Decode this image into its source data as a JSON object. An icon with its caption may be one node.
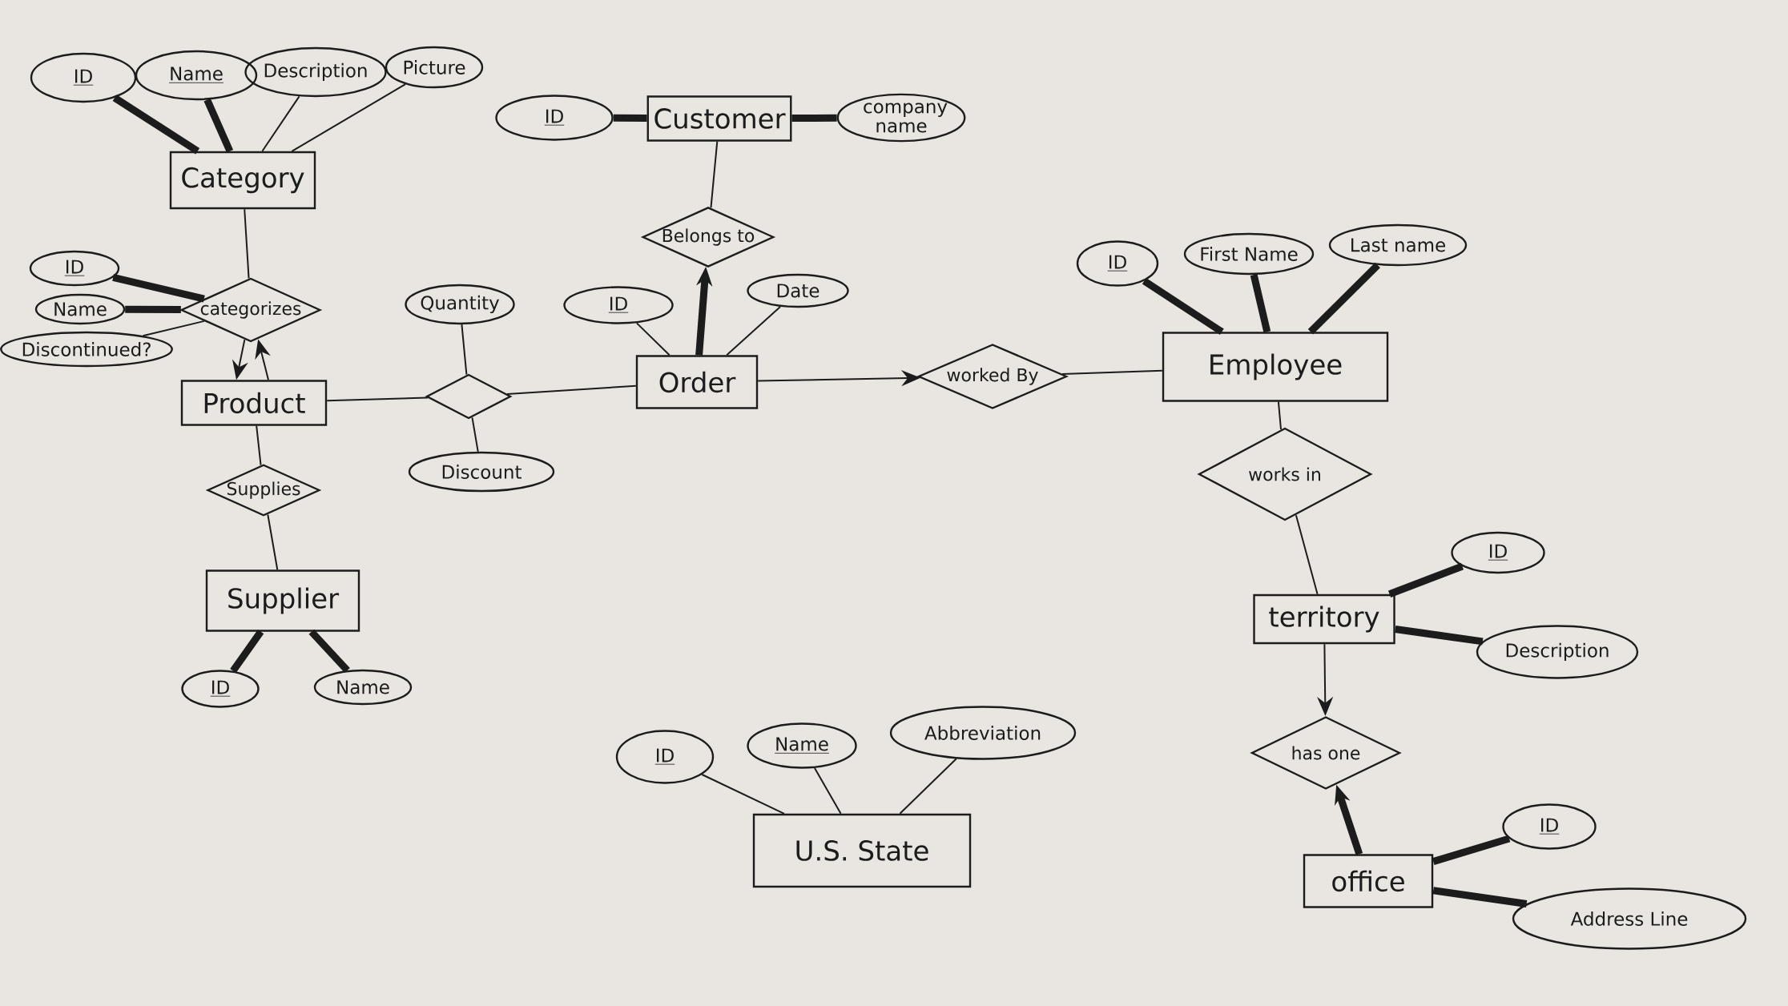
{
  "diagram": {
    "nodes": [
      {
        "text": [
          "ID"
        ]
      },
      {
        "text": [
          "Name"
        ]
      },
      {
        "text": [
          "Description"
        ]
      },
      {
        "text": [
          "Picture"
        ]
      },
      {
        "text": [
          "Category"
        ]
      },
      {
        "text": [
          "ID"
        ]
      },
      {
        "text": [
          "Name"
        ]
      },
      {
        "text": [
          "Discontinued?"
        ]
      },
      {
        "text": [
          "categorizes"
        ]
      },
      {
        "text": [
          "Product"
        ]
      },
      {
        "text": [
          "Quantity"
        ]
      },
      {
        "text": [],
        "shape": "diamond"
      },
      {
        "text": [
          "Discount"
        ]
      },
      {
        "text": [
          "Supplies"
        ]
      },
      {
        "text": [
          "Supplier"
        ]
      },
      {
        "text": [
          "ID"
        ]
      },
      {
        "text": [
          "Name"
        ]
      },
      {
        "text": [
          "ID"
        ]
      },
      {
        "text": [
          "Customer"
        ]
      },
      {
        "text": [
          "company name"
        ]
      },
      {
        "text": [
          "Belongs to"
        ]
      },
      {
        "text": [
          "ID"
        ]
      },
      {
        "text": [
          "Date"
        ]
      },
      {
        "text": [
          "Order"
        ]
      },
      {
        "text": [
          "worked By"
        ]
      },
      {
        "text": [
          "ID"
        ]
      },
      {
        "text": [
          "First Name"
        ]
      },
      {
        "text": [
          "Last name"
        ]
      },
      {
        "text": [
          "Employee"
        ]
      },
      {
        "text": [
          "works in"
        ]
      },
      {
        "text": [
          "territory"
        ]
      },
      {
        "text": [
          "ID"
        ]
      },
      {
        "text": [
          "Description"
        ]
      },
      {
        "text": [
          "has one"
        ]
      },
      {
        "text": [
          "office"
        ]
      },
      {
        "text": [
          "ID"
        ]
      },
      {
        "text": [
          "Address Line"
        ]
      },
      {
        "text": [
          "ID"
        ]
      },
      {
        "text": [
          "Name"
        ]
      },
      {
        "text": [
          "Abbreviation"
        ]
      },
      {
        "text": [
          "U.S. State"
        ]
      }
    ],
    "edges": [
      {
        "from": 0,
        "to": 4,
        "arrow": "none",
        "style": "thick"
      },
      {
        "from": 1,
        "to": 4,
        "arrow": "none",
        "style": "thick"
      },
      {
        "from": 2,
        "to": 4,
        "arrow": "none"
      },
      {
        "from": 3,
        "to": 4,
        "arrow": "none"
      },
      {
        "from": 4,
        "to": 8,
        "arrow": "none"
      },
      {
        "from": 5,
        "to": 8,
        "arrow": "none",
        "style": "thick"
      },
      {
        "from": 6,
        "to": 8,
        "arrow": "none",
        "style": "thick"
      },
      {
        "from": 7,
        "to": 8,
        "arrow": "none"
      },
      {
        "from": 9,
        "to": 8,
        "arrow": "to"
      },
      {
        "from": 8,
        "to": 9,
        "arrow": "to"
      },
      {
        "from": 9,
        "to": 11,
        "arrow": "none"
      },
      {
        "from": 10,
        "to": 11,
        "arrow": "none"
      },
      {
        "from": 11,
        "to": 12,
        "arrow": "none"
      },
      {
        "from": 11,
        "to": 23,
        "arrow": "none"
      },
      {
        "from": 9,
        "to": 13,
        "arrow": "none"
      },
      {
        "from": 13,
        "to": 14,
        "arrow": "none"
      },
      {
        "from": 14,
        "to": 15,
        "arrow": "none",
        "style": "thick"
      },
      {
        "from": 14,
        "to": 16,
        "arrow": "none",
        "style": "thick"
      },
      {
        "from": 17,
        "to": 18,
        "arrow": "none",
        "style": "thick"
      },
      {
        "from": 18,
        "to": 19,
        "arrow": "none",
        "style": "thick"
      },
      {
        "from": 18,
        "to": 20,
        "arrow": "none"
      },
      {
        "from": 23,
        "to": 20,
        "arrow": "to",
        "style": "thick"
      },
      {
        "from": 21,
        "to": 23,
        "arrow": "none"
      },
      {
        "from": 22,
        "to": 23,
        "arrow": "none"
      },
      {
        "from": 23,
        "to": 24,
        "arrow": "to"
      },
      {
        "from": 24,
        "to": 28,
        "arrow": "none"
      },
      {
        "from": 25,
        "to": 28,
        "arrow": "none",
        "style": "thick"
      },
      {
        "from": 26,
        "to": 28,
        "arrow": "none",
        "style": "thick"
      },
      {
        "from": 27,
        "to": 28,
        "arrow": "none",
        "style": "thick"
      },
      {
        "from": 28,
        "to": 29,
        "arrow": "none"
      },
      {
        "from": 29,
        "to": 30,
        "arrow": "none"
      },
      {
        "from": 30,
        "to": 31,
        "arrow": "none",
        "style": "thick"
      },
      {
        "from": 30,
        "to": 32,
        "arrow": "none",
        "style": "thick"
      },
      {
        "from": 30,
        "to": 33,
        "arrow": "to"
      },
      {
        "from": 34,
        "to": 33,
        "arrow": "to",
        "style": "thick"
      },
      {
        "from": 34,
        "to": 35,
        "arrow": "none",
        "style": "thick"
      },
      {
        "from": 34,
        "to": 36,
        "arrow": "none",
        "style": "thick"
      },
      {
        "from": 37,
        "to": 40,
        "arrow": "none"
      },
      {
        "from": 38,
        "to": 40,
        "arrow": "none"
      },
      {
        "from": 39,
        "to": 40,
        "arrow": "none"
      }
    ]
  }
}
